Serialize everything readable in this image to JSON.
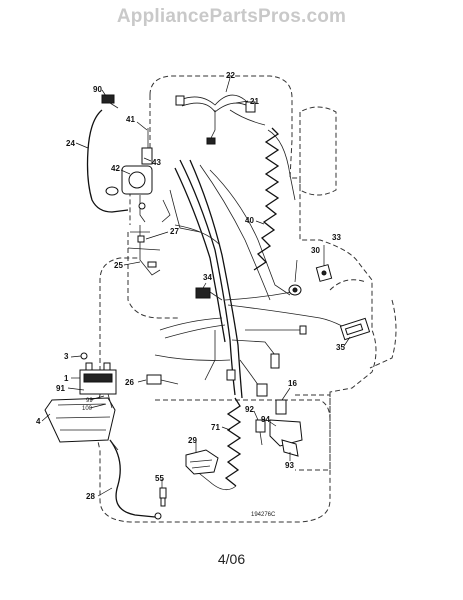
{
  "watermark": "AppliancePartsPros.com",
  "diagram_code": "194276C",
  "page_label": "4/06",
  "callouts": [
    {
      "id": "c22",
      "text": "22"
    },
    {
      "id": "c21",
      "text": "21"
    },
    {
      "id": "c90",
      "text": "90"
    },
    {
      "id": "c41",
      "text": "41"
    },
    {
      "id": "c24",
      "text": "24"
    },
    {
      "id": "c43",
      "text": "43"
    },
    {
      "id": "c42",
      "text": "42"
    },
    {
      "id": "c27",
      "text": "27"
    },
    {
      "id": "c25",
      "text": "25"
    },
    {
      "id": "c40",
      "text": "40"
    },
    {
      "id": "c30",
      "text": "30"
    },
    {
      "id": "c33",
      "text": "33"
    },
    {
      "id": "c34",
      "text": "34"
    },
    {
      "id": "c35",
      "text": "35"
    },
    {
      "id": "c3",
      "text": "3"
    },
    {
      "id": "c1",
      "text": "1"
    },
    {
      "id": "c91",
      "text": "91"
    },
    {
      "id": "c99",
      "text": "99"
    },
    {
      "id": "c100",
      "text": "100"
    },
    {
      "id": "c4",
      "text": "4"
    },
    {
      "id": "c26",
      "text": "26"
    },
    {
      "id": "c16",
      "text": "16"
    },
    {
      "id": "c92",
      "text": "92"
    },
    {
      "id": "c94",
      "text": "94"
    },
    {
      "id": "c93",
      "text": "93"
    },
    {
      "id": "c71",
      "text": "71"
    },
    {
      "id": "c29",
      "text": "29"
    },
    {
      "id": "c28",
      "text": "28"
    },
    {
      "id": "c55",
      "text": "55"
    }
  ]
}
